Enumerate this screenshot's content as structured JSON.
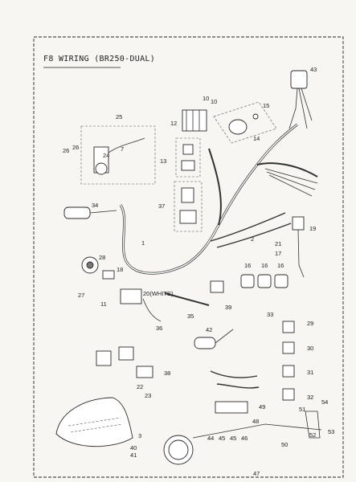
{
  "title": "F8 WIRING (BR250-DUAL)",
  "callouts": [
    {
      "id": "c1",
      "text": "1"
    },
    {
      "id": "c2",
      "text": "2"
    },
    {
      "id": "c3",
      "text": "3"
    },
    {
      "id": "c7",
      "text": "7"
    },
    {
      "id": "c10a",
      "text": "10"
    },
    {
      "id": "c10b",
      "text": "10"
    },
    {
      "id": "c11",
      "text": "11"
    },
    {
      "id": "c12",
      "text": "12"
    },
    {
      "id": "c13",
      "text": "13"
    },
    {
      "id": "c14",
      "text": "14"
    },
    {
      "id": "c15",
      "text": "15"
    },
    {
      "id": "c16a",
      "text": "16"
    },
    {
      "id": "c16b",
      "text": "16"
    },
    {
      "id": "c16c",
      "text": "16"
    },
    {
      "id": "c17",
      "text": "17"
    },
    {
      "id": "c18",
      "text": "18"
    },
    {
      "id": "c19",
      "text": "19"
    },
    {
      "id": "c20",
      "text": "20(WHITE)"
    },
    {
      "id": "c21",
      "text": "21"
    },
    {
      "id": "c22",
      "text": "22"
    },
    {
      "id": "c23",
      "text": "23"
    },
    {
      "id": "c24",
      "text": "24"
    },
    {
      "id": "c25",
      "text": "25"
    },
    {
      "id": "c26a",
      "text": "26"
    },
    {
      "id": "c26b",
      "text": "26"
    },
    {
      "id": "c27",
      "text": "27"
    },
    {
      "id": "c28",
      "text": "28"
    },
    {
      "id": "c29",
      "text": "29"
    },
    {
      "id": "c30",
      "text": "30"
    },
    {
      "id": "c31",
      "text": "31"
    },
    {
      "id": "c32",
      "text": "32"
    },
    {
      "id": "c33",
      "text": "33"
    },
    {
      "id": "c34",
      "text": "34"
    },
    {
      "id": "c35",
      "text": "35"
    },
    {
      "id": "c36",
      "text": "36"
    },
    {
      "id": "c37",
      "text": "37"
    },
    {
      "id": "c38",
      "text": "38"
    },
    {
      "id": "c39",
      "text": "39"
    },
    {
      "id": "c40",
      "text": "40"
    },
    {
      "id": "c41",
      "text": "41"
    },
    {
      "id": "c42",
      "text": "42"
    },
    {
      "id": "c43",
      "text": "43"
    },
    {
      "id": "c44",
      "text": "44"
    },
    {
      "id": "c45a",
      "text": "45"
    },
    {
      "id": "c45b",
      "text": "45"
    },
    {
      "id": "c46",
      "text": "46"
    },
    {
      "id": "c47",
      "text": "47"
    },
    {
      "id": "c48",
      "text": "48"
    },
    {
      "id": "c49",
      "text": "49"
    },
    {
      "id": "c50",
      "text": "50"
    },
    {
      "id": "c51",
      "text": "51"
    },
    {
      "id": "c52",
      "text": "52"
    },
    {
      "id": "c53",
      "text": "53"
    },
    {
      "id": "c54",
      "text": "54"
    }
  ]
}
